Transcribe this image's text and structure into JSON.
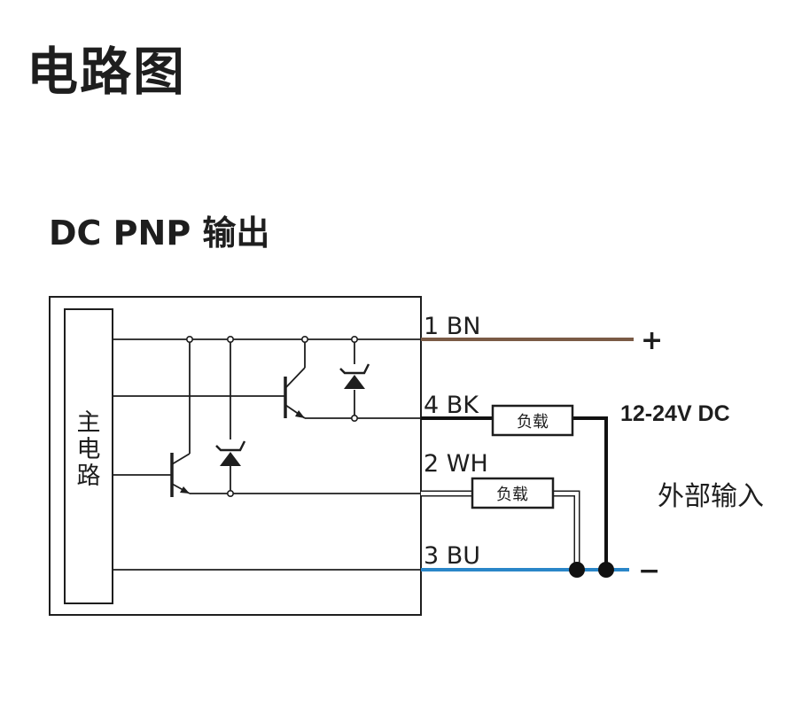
{
  "page_title": "电路图",
  "section_title": "DC PNP 输出",
  "diagram": {
    "main_circuit_label": [
      "主",
      "电",
      "路"
    ],
    "wires": [
      {
        "number_label": "1 BN",
        "color": "#7a5a45"
      },
      {
        "number_label": "4 BK",
        "color": "#111111"
      },
      {
        "number_label": "2 WH",
        "color": "#ffffff"
      },
      {
        "number_label": "3 BU",
        "color": "#2a86c8"
      }
    ],
    "load_label": "负载",
    "supply_label": "12-24V DC",
    "plus_sign": "+",
    "minus_sign": "−",
    "external_input_label": "外部输入"
  }
}
